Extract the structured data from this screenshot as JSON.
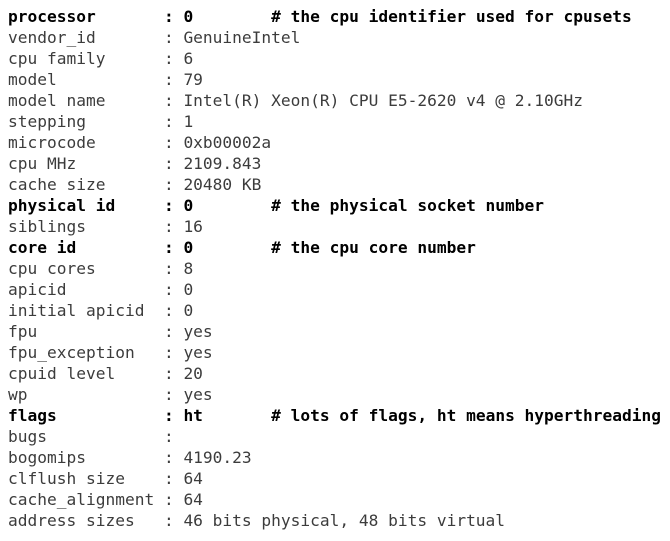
{
  "document": {
    "kind": "proc-cpuinfo-listing",
    "background_color": "#ffffff",
    "text_color": "#3c3c3c",
    "highlight_text_color": "#000000",
    "key_column_width": 16,
    "comment_column": 27,
    "lines": [
      {
        "key": "processor",
        "sep": ":",
        "value": "0",
        "comment": "# the cpu identifier used for cpusets",
        "highlight": true
      },
      {
        "key": "vendor_id",
        "sep": ":",
        "value": "GenuineIntel",
        "comment": "",
        "highlight": false
      },
      {
        "key": "cpu family",
        "sep": ":",
        "value": "6",
        "comment": "",
        "highlight": false
      },
      {
        "key": "model",
        "sep": ":",
        "value": "79",
        "comment": "",
        "highlight": false
      },
      {
        "key": "model name",
        "sep": ":",
        "value": "Intel(R) Xeon(R) CPU E5-2620 v4 @ 2.10GHz",
        "comment": "",
        "highlight": false
      },
      {
        "key": "stepping",
        "sep": ":",
        "value": "1",
        "comment": "",
        "highlight": false
      },
      {
        "key": "microcode",
        "sep": ":",
        "value": "0xb00002a",
        "comment": "",
        "highlight": false
      },
      {
        "key": "cpu MHz",
        "sep": ":",
        "value": "2109.843",
        "comment": "",
        "highlight": false
      },
      {
        "key": "cache size",
        "sep": ":",
        "value": "20480 KB",
        "comment": "",
        "highlight": false
      },
      {
        "key": "physical id",
        "sep": ":",
        "value": "0",
        "comment": "# the physical socket number",
        "highlight": true
      },
      {
        "key": "siblings",
        "sep": ":",
        "value": "16",
        "comment": "",
        "highlight": false
      },
      {
        "key": "core id",
        "sep": ":",
        "value": "0",
        "comment": "# the cpu core number",
        "highlight": true
      },
      {
        "key": "cpu cores",
        "sep": ":",
        "value": "8",
        "comment": "",
        "highlight": false
      },
      {
        "key": "apicid",
        "sep": ":",
        "value": "0",
        "comment": "",
        "highlight": false
      },
      {
        "key": "initial apicid",
        "sep": ":",
        "value": "0",
        "comment": "",
        "highlight": false
      },
      {
        "key": "fpu",
        "sep": ":",
        "value": "yes",
        "comment": "",
        "highlight": false
      },
      {
        "key": "fpu_exception",
        "sep": ":",
        "value": "yes",
        "comment": "",
        "highlight": false
      },
      {
        "key": "cpuid level",
        "sep": ":",
        "value": "20",
        "comment": "",
        "highlight": false
      },
      {
        "key": "wp",
        "sep": ":",
        "value": "yes",
        "comment": "",
        "highlight": false
      },
      {
        "key": "flags",
        "sep": ":",
        "value": "ht",
        "comment": "# lots of flags, ht means hyperthreading",
        "highlight": true
      },
      {
        "key": "bugs",
        "sep": ":",
        "value": "",
        "comment": "",
        "highlight": false
      },
      {
        "key": "bogomips",
        "sep": ":",
        "value": "4190.23",
        "comment": "",
        "highlight": false
      },
      {
        "key": "clflush size",
        "sep": ":",
        "value": "64",
        "comment": "",
        "highlight": false
      },
      {
        "key": "cache_alignment",
        "sep": ":",
        "value": "64",
        "comment": "",
        "highlight": false
      },
      {
        "key": "address sizes",
        "sep": ":",
        "value": "46 bits physical, 48 bits virtual",
        "comment": "",
        "highlight": false
      }
    ]
  }
}
